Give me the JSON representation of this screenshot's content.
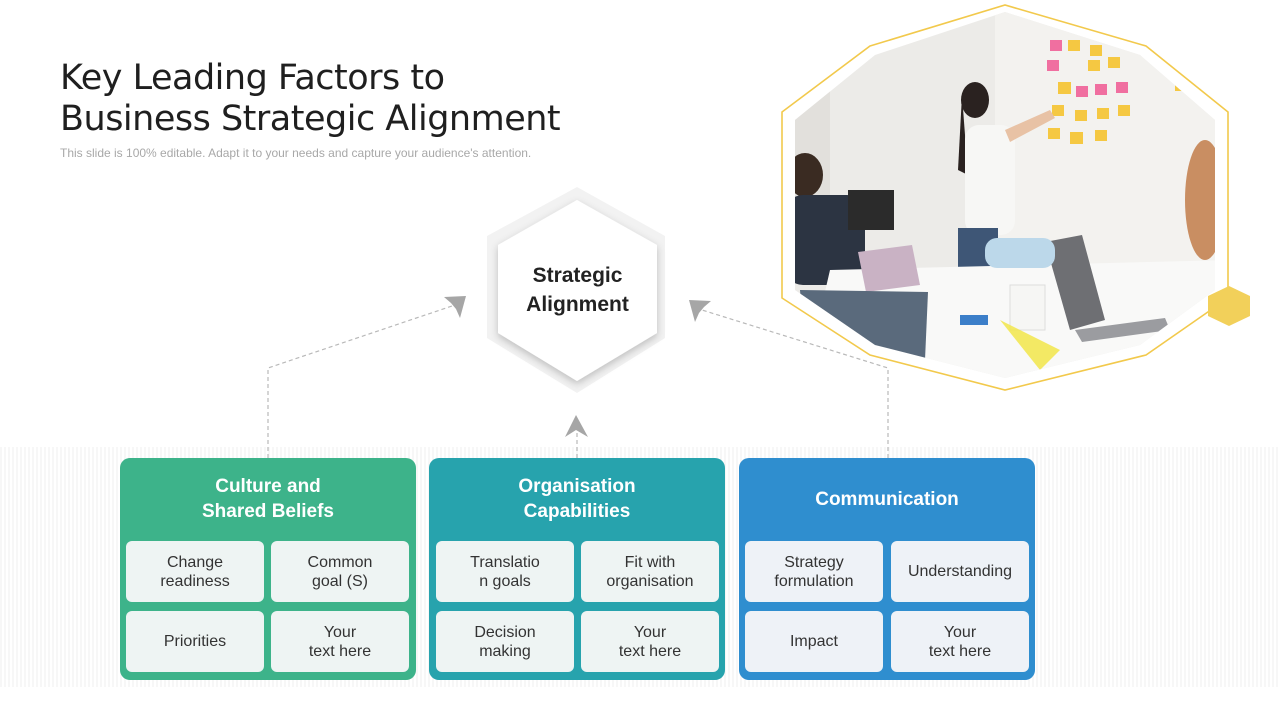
{
  "title": {
    "line1": "Key Leading Factors to",
    "line2": "Business Strategic Alignment"
  },
  "subtitle": "This slide is 100% editable. Adapt it to your needs and capture your audience's attention.",
  "center": {
    "line1": "Strategic",
    "line2": "Alignment"
  },
  "colors": {
    "culture": "#3db38a",
    "organisation": "#27a3ad",
    "communication": "#2f8ecf",
    "accent_yellow": "#f2c94c"
  },
  "cards": [
    {
      "title_line1": "Culture and",
      "title_line2": "Shared Beliefs",
      "cells": [
        {
          "line1": "Change",
          "line2": "readiness"
        },
        {
          "line1": "Common",
          "line2": "goal (S)"
        },
        {
          "line1": "Priorities",
          "line2": ""
        },
        {
          "line1": "Your",
          "line2": "text here"
        }
      ]
    },
    {
      "title_line1": "Organisation",
      "title_line2": "Capabilities",
      "cells": [
        {
          "line1": "Translatio",
          "line2": "n goals"
        },
        {
          "line1": "Fit with",
          "line2": "organisation"
        },
        {
          "line1": "Decision",
          "line2": "making"
        },
        {
          "line1": "Your",
          "line2": "text here"
        }
      ]
    },
    {
      "title_line1": "Communication",
      "title_line2": "",
      "cells": [
        {
          "line1": "Strategy",
          "line2": "formulation"
        },
        {
          "line1": "Understanding",
          "line2": ""
        },
        {
          "line1": "Impact",
          "line2": ""
        },
        {
          "line1": "Your",
          "line2": "text here"
        }
      ]
    }
  ]
}
